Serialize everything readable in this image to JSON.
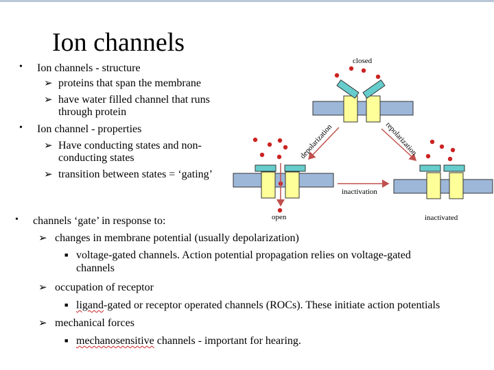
{
  "slide": {
    "title": "Ion channels",
    "top_list": [
      {
        "text": "Ion channels - structure",
        "sub": [
          {
            "text": "proteins that span the membrane"
          },
          {
            "text_line1": "have water filled channel that runs",
            "text_line2": "through protein"
          }
        ]
      },
      {
        "text": "Ion channel - properties",
        "sub": [
          {
            "text_line1": "Have conducting states and non-",
            "text_line2": "conducting states"
          },
          {
            "text": "transition between states = ‘gating’"
          }
        ]
      }
    ],
    "bottom_list": {
      "lead": "channels ‘gate’ in response to:",
      "items": [
        {
          "text": "changes in membrane potential (usually depolarization)",
          "detail_line1": "voltage-gated channels.  Action potential propagation relies on voltage-gated",
          "detail_line2": "channels"
        },
        {
          "text": "occupation of receptor",
          "detail_prefix": "ligand",
          "detail_rest": "-gated or receptor operated channels (ROCs).  These initiate action potentials"
        },
        {
          "text": "mechanical forces",
          "detail_prefix": "mechanosensitive",
          "detail_rest": " channels - important for hearing."
        }
      ]
    }
  },
  "diagram": {
    "labels": {
      "closed": "closed",
      "open": "open",
      "inactivated": "inactivated",
      "depolarization": "depolarization",
      "repolarization": "repolarization",
      "inactivation": "inactivation"
    },
    "colors": {
      "membrane": "#9db7d9",
      "channel": "#ffff99",
      "gate": "#66cccc",
      "ion": "#cc2222",
      "arrow": "#c0504d"
    }
  },
  "icons": {
    "bullet": "round-bullet",
    "sub_bullet": "arrow-bullet",
    "detail_bullet": "square-bullet"
  }
}
